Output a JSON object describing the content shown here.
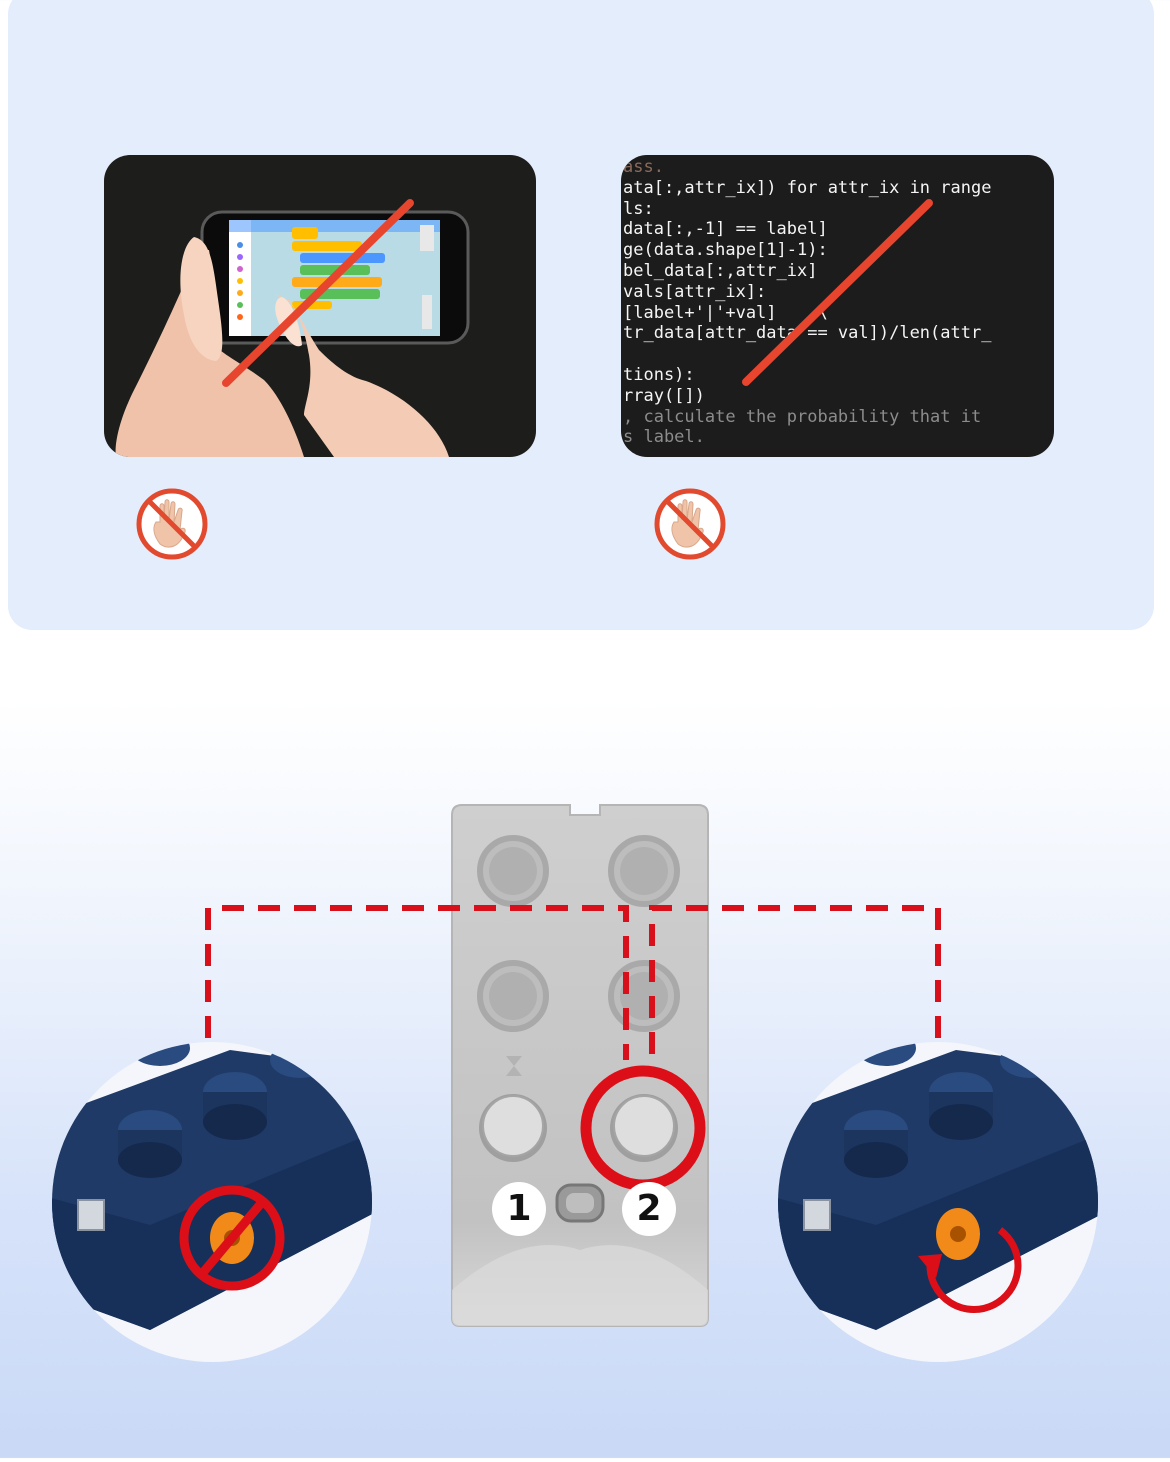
{
  "code_card": {
    "lines": [
      "ass.",
      "ata[:,attr_ix]) for attr_ix in range",
      "ls:",
      "data[:,-1] == label]",
      "ge(data.shape[1]-1):",
      "bel_data[:,attr_ix]",
      "vals[attr_ix]:",
      "[label+'|'+val]    \\",
      "tr_data[attr_data == val])/len(attr_",
      "",
      "tions):",
      "rray([])",
      ", calculate the probability that it",
      "s label."
    ]
  },
  "controller": {
    "button_1_label": "1",
    "button_2_label": "2"
  },
  "colors": {
    "panel_bg": "#e4edfc",
    "prohibition_red": "#e8452f",
    "dashed_line_red": "#d8101c",
    "highlight_ring": "#dc0f18",
    "brick_blue": "#1f3a66",
    "axle_orange": "#f28a1a",
    "controller_grey": "#c4c4c4"
  },
  "icons": [
    "no-touch-icon",
    "no-touch-icon",
    "prohibited-rotation-icon",
    "rotate-arrow-icon"
  ]
}
